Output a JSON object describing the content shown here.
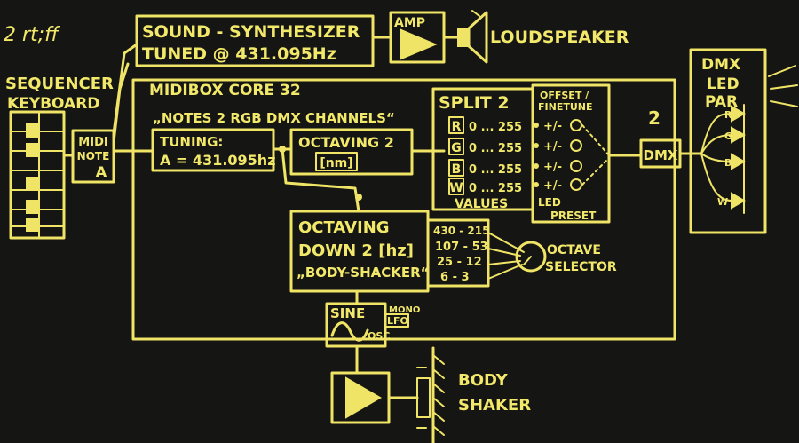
{
  "colors": {
    "board": "#151513",
    "chalk": "#efe466",
    "chalk_dim": "#cfc79a"
  },
  "corner_scribble": "2 rt;ff",
  "sequencer": {
    "line1": "SEQUENCER",
    "line2": "KEYBOARD"
  },
  "midi_note": {
    "line1": "MIDI",
    "line2": "NOTE",
    "line3": "A"
  },
  "synth": {
    "line1": "SOUND - SYNTHESIZER",
    "line2": "TUNED @ 431.095Hz"
  },
  "amp": {
    "label": "AMP"
  },
  "loudspeaker": {
    "label": "LOUDSPEAKER"
  },
  "core": {
    "title": "MIDIBOX CORE 32",
    "subtitle": "„NOTES 2 RGB DMX CHANNELS“"
  },
  "tuning": {
    "line1": "TUNING:",
    "line2": "A = 431.095hz"
  },
  "octaving": {
    "label": "OCTAVING 2",
    "unit": "[nm]"
  },
  "split": {
    "title": "SPLIT 2",
    "values_label": "VALUES",
    "channels": [
      {
        "letter": "R",
        "range": "0 ... 255",
        "offset": "+/-"
      },
      {
        "letter": "G",
        "range": "0 ... 255",
        "offset": "+/-"
      },
      {
        "letter": "B",
        "range": "0 ... 255",
        "offset": "+/-"
      },
      {
        "letter": "W",
        "range": "0 ... 255",
        "offset": "+/-"
      }
    ]
  },
  "offset_block": {
    "line1": "OFFSET /",
    "line2": "FINETUNE",
    "line3": "LED",
    "line4": "PRESET"
  },
  "dmx": {
    "label": "DMX",
    "number": "2"
  },
  "led_par": {
    "line1": "DMX",
    "line2": "LED",
    "line3": "PAR",
    "channels": [
      "R",
      "G",
      "B",
      "W"
    ]
  },
  "octaving_down": {
    "line1": "OCTAVING",
    "line2": "DOWN 2 [hz]",
    "line3": "„BODY-SHACKER“"
  },
  "octave_ranges": [
    "430 - 215",
    "107 - 53",
    "25 - 12",
    "6 - 3"
  ],
  "octave_selector": {
    "line1": "OCTAVE",
    "line2": "SELECTOR"
  },
  "sine": {
    "label": "SINE",
    "osc": "OSC",
    "mono": "MONO",
    "lfo": "LFO"
  },
  "body_shaker": {
    "line1": "BODY",
    "line2": "SHAKER"
  }
}
